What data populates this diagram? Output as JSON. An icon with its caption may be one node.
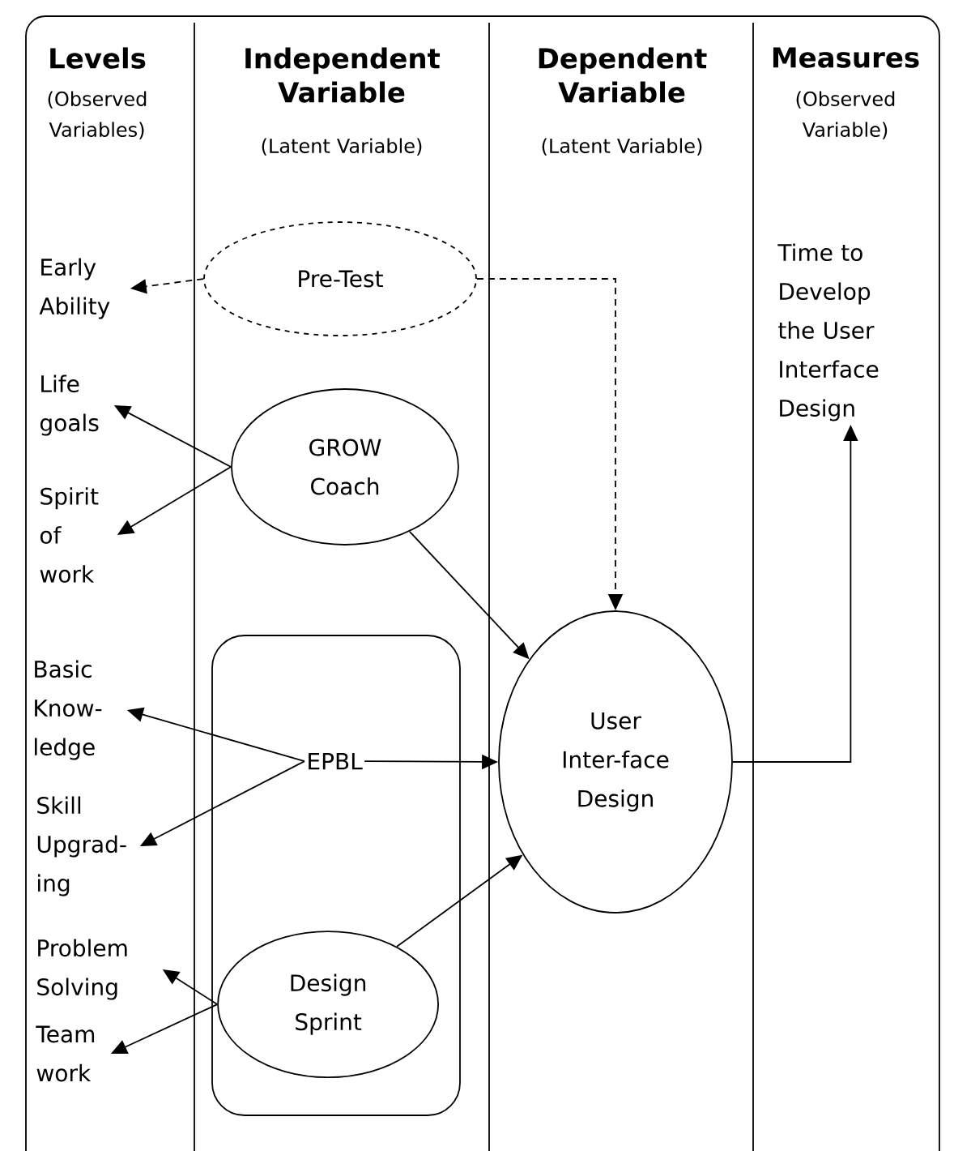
{
  "diagram": {
    "nodes": [
      {
        "text": [
          "Early Ability"
        ]
      },
      {
        "text": [
          "Pre-Test"
        ]
      },
      {
        "text": [
          "Time to Develop the User Interface Design"
        ]
      },
      {
        "text": [
          "Life goals"
        ]
      },
      {
        "text": [
          "GROW Coach"
        ]
      },
      {
        "text": [
          "Spirit of work"
        ]
      },
      {
        "text": [],
        "shape": "box"
      },
      {
        "text": [
          "Basic Know-ledge"
        ]
      },
      {
        "text": [
          "EPBL"
        ],
        "in": 6
      },
      {
        "text": [
          "User Inter-face Design"
        ]
      },
      {
        "text": [
          "Skill Upgrad-ing"
        ]
      },
      {
        "text": [
          "Problem Solving"
        ]
      },
      {
        "text": [
          "Design Sprint"
        ],
        "in": 6
      },
      {
        "text": [
          "Team work"
        ]
      }
    ],
    "edges": [
      {
        "from": 1,
        "to": 0,
        "arrow": "to",
        "style": "dashed"
      },
      {
        "from": 1,
        "to": 9,
        "arrow": "to",
        "style": "dashed"
      },
      {
        "from": 4,
        "to": 3,
        "arrow": "to"
      },
      {
        "from": 4,
        "to": 5,
        "arrow": "to"
      },
      {
        "from": 4,
        "to": 9,
        "arrow": "to"
      },
      {
        "from": 8,
        "to": 7,
        "arrow": "to"
      },
      {
        "from": 8,
        "to": 10,
        "arrow": "to"
      },
      {
        "from": 8,
        "to": 9,
        "arrow": "to"
      },
      {
        "from": 12,
        "to": 11,
        "arrow": "to"
      },
      {
        "from": 12,
        "to": 13,
        "arrow": "to"
      },
      {
        "from": 12,
        "to": 9,
        "arrow": "to"
      },
      {
        "from": 9,
        "to": 2,
        "arrow": "to"
      }
    ],
    "labels": [
      "Levels",
      "(Observed Variables)",
      "Independent Variable",
      "(Latent Variable)",
      "Dependent Variable",
      "(Latent Variable)",
      "Measures",
      "(Observed Variable)"
    ]
  }
}
